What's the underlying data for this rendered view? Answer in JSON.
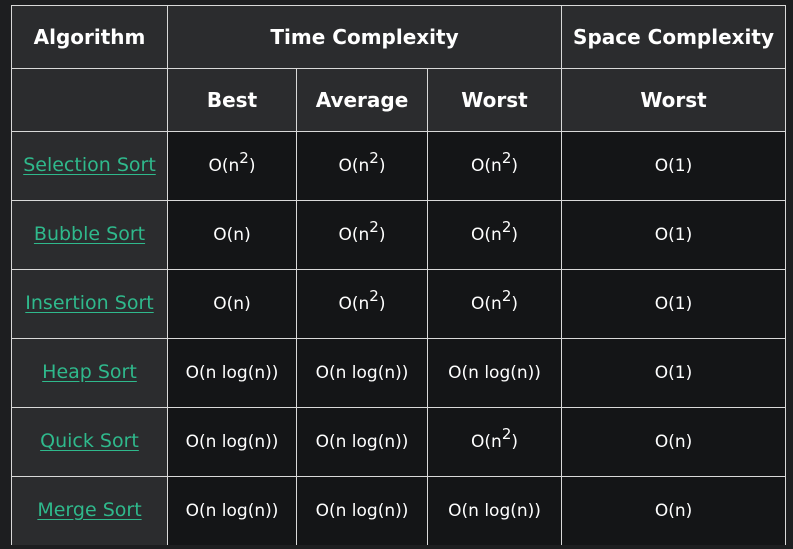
{
  "headers": {
    "algorithm": "Algorithm",
    "time_complexity": "Time Complexity",
    "space_complexity": "Space Complexity",
    "best": "Best",
    "average": "Average",
    "worst": "Worst",
    "space_worst": "Worst"
  },
  "rows": [
    {
      "algorithm": "Selection Sort",
      "best": {
        "base": "O(n",
        "sup": "2",
        "tail": ")"
      },
      "average": {
        "base": "O(n",
        "sup": "2",
        "tail": ")"
      },
      "worst": {
        "base": "O(n",
        "sup": "2",
        "tail": ")"
      },
      "space": {
        "base": "O(1)",
        "sup": "",
        "tail": ""
      }
    },
    {
      "algorithm": "Bubble Sort",
      "best": {
        "base": "O(n)",
        "sup": "",
        "tail": ""
      },
      "average": {
        "base": "O(n",
        "sup": "2",
        "tail": ")"
      },
      "worst": {
        "base": "O(n",
        "sup": "2",
        "tail": ")"
      },
      "space": {
        "base": "O(1)",
        "sup": "",
        "tail": ""
      }
    },
    {
      "algorithm": "Insertion Sort",
      "best": {
        "base": "O(n)",
        "sup": "",
        "tail": ""
      },
      "average": {
        "base": "O(n",
        "sup": "2",
        "tail": ")"
      },
      "worst": {
        "base": "O(n",
        "sup": "2",
        "tail": ")"
      },
      "space": {
        "base": "O(1)",
        "sup": "",
        "tail": ""
      }
    },
    {
      "algorithm": "Heap Sort",
      "best": {
        "base": "O(n log(n))",
        "sup": "",
        "tail": ""
      },
      "average": {
        "base": "O(n log(n))",
        "sup": "",
        "tail": ""
      },
      "worst": {
        "base": "O(n log(n))",
        "sup": "",
        "tail": ""
      },
      "space": {
        "base": "O(1)",
        "sup": "",
        "tail": ""
      }
    },
    {
      "algorithm": "Quick Sort",
      "best": {
        "base": "O(n log(n))",
        "sup": "",
        "tail": ""
      },
      "average": {
        "base": "O(n log(n))",
        "sup": "",
        "tail": ""
      },
      "worst": {
        "base": "O(n",
        "sup": "2",
        "tail": ")"
      },
      "space": {
        "base": "O(n)",
        "sup": "",
        "tail": ""
      }
    },
    {
      "algorithm": "Merge Sort",
      "best": {
        "base": "O(n log(n))",
        "sup": "",
        "tail": ""
      },
      "average": {
        "base": "O(n log(n))",
        "sup": "",
        "tail": ""
      },
      "worst": {
        "base": "O(n log(n))",
        "sup": "",
        "tail": ""
      },
      "space": {
        "base": "O(n)",
        "sup": "",
        "tail": ""
      }
    }
  ],
  "colors": {
    "background": "#1d1e20",
    "header_bg": "#2b2c2e",
    "cell_bg": "#141517",
    "link": "#2fb98c",
    "border": "#d9d9d9"
  }
}
